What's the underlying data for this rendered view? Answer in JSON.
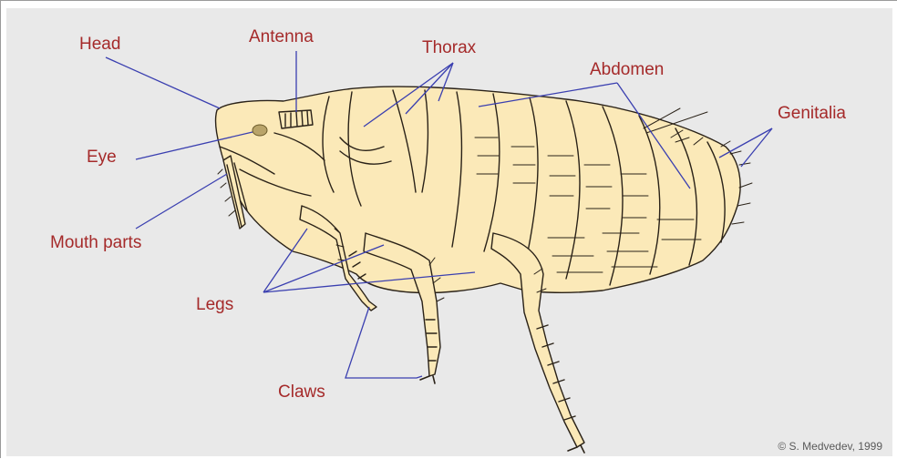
{
  "labels": {
    "head": "Head",
    "antenna": "Antenna",
    "thorax": "Thorax",
    "abdomen": "Abdomen",
    "genitalia": "Genitalia",
    "eye": "Eye",
    "mouth_parts": "Mouth parts",
    "legs": "Legs",
    "claws": "Claws"
  },
  "credit": "© S. Medvedev, 1999",
  "colors": {
    "label_text": "#a52a2a",
    "leader_lines": "#3a3fb0",
    "body_fill": "#fbe9b8",
    "outline": "#2a2218",
    "background": "#e9e9e9",
    "eye": "#b9a46a"
  }
}
